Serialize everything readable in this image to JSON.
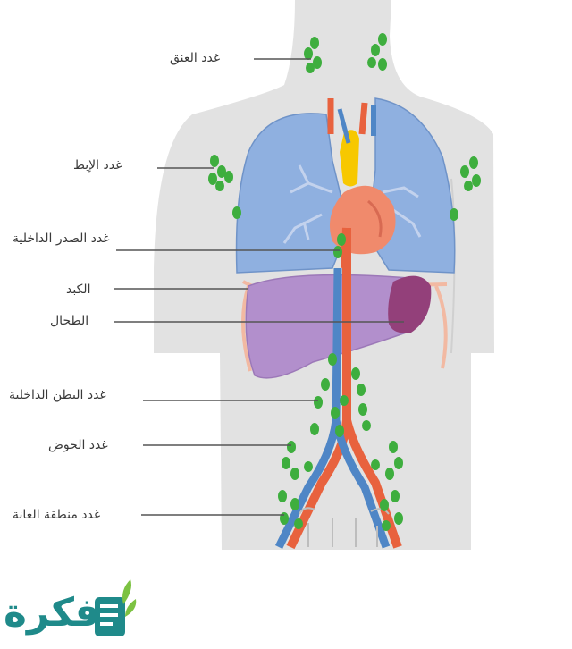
{
  "labels": {
    "neck": "غدد العنق",
    "armpit": "غدد الإبط",
    "chest": "غدد الصدر الداخلية",
    "liver": "الكبد",
    "spleen": "الطحال",
    "abdomen": "غدد البطن الداخلية",
    "pelvis": "غدد الحوض",
    "groin": "غدد منطقة العانة"
  },
  "logo": {
    "text": "فكرة"
  },
  "colors": {
    "body": "#e2e2e2",
    "lung": "#8fb0e0",
    "liver": "#b28fcc",
    "spleen": "#93407a",
    "heart": "#f08a6c",
    "artery": "#e8623e",
    "vein": "#4f86c6",
    "thymus": "#f7c800",
    "node": "#3eae3e",
    "logo": "#1f8a8a"
  }
}
